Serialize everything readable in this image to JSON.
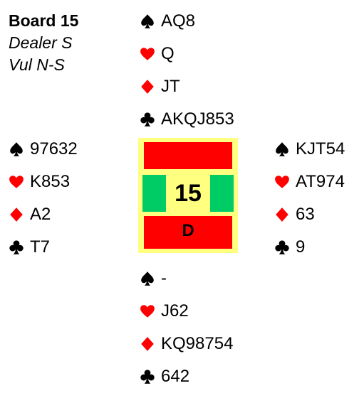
{
  "board": {
    "title": "Board 15",
    "dealer_line": "Dealer S",
    "vul_line": "Vul N-S",
    "number": "15",
    "dealer_letter": "D"
  },
  "colors": {
    "red_suit": "#ff0000",
    "black_suit": "#000000",
    "vulnerable": "#ff0000",
    "not_vulnerable": "#00cc66",
    "board_bg": "#ffff80"
  },
  "hands": {
    "north": {
      "spades": "AQ8",
      "hearts": "Q",
      "diamonds": "JT",
      "clubs": "AKQJ853"
    },
    "west": {
      "spades": "97632",
      "hearts": "K853",
      "diamonds": "A2",
      "clubs": "T7"
    },
    "east": {
      "spades": "KJT54",
      "hearts": "AT974",
      "diamonds": "63",
      "clubs": "9"
    },
    "south": {
      "spades": "-",
      "hearts": "J62",
      "diamonds": "KQ98754",
      "clubs": "642"
    }
  },
  "suit_icons": [
    "spade-icon",
    "heart-icon",
    "diamond-icon",
    "club-icon"
  ]
}
